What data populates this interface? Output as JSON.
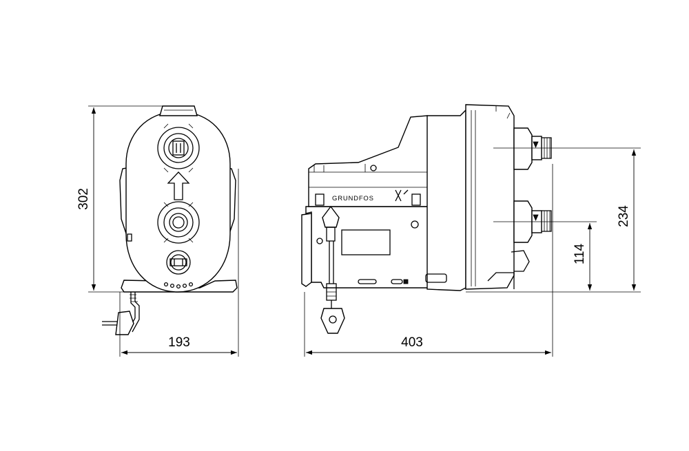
{
  "dimensions": {
    "front_height": "302",
    "front_width": "193",
    "side_length": "403",
    "outlet_height": "234",
    "inlet_height": "114"
  },
  "brand": {
    "logo_text": "GRUNDFOS"
  }
}
